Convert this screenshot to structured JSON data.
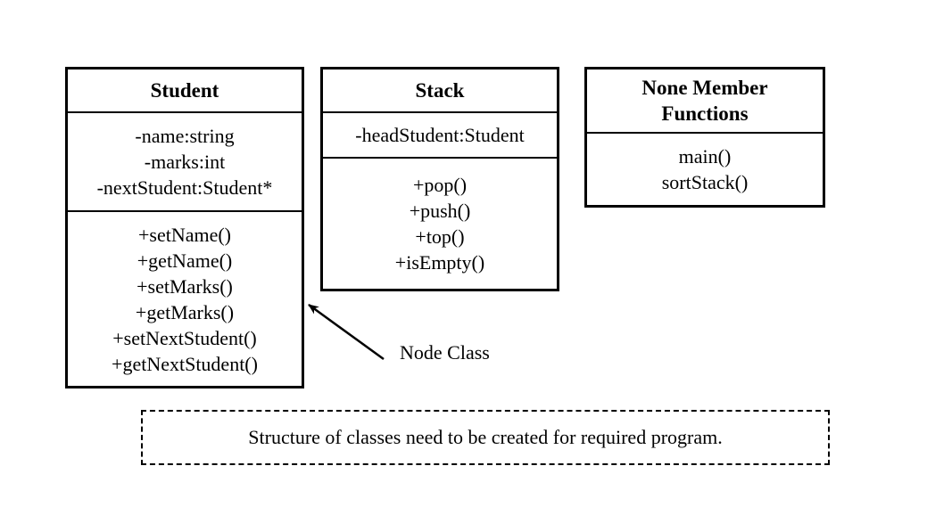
{
  "diagram": {
    "classes": [
      {
        "name": "Student",
        "attributes": [
          "-name:string",
          "-marks:int",
          "-nextStudent:Student*"
        ],
        "methods": [
          "+setName()",
          "+getName()",
          "+setMarks()",
          "+getMarks()",
          "+setNextStudent()",
          "+getNextStudent()"
        ]
      },
      {
        "name": "Stack",
        "attributes": [
          "-headStudent:Student"
        ],
        "methods": [
          "+pop()",
          "+push()",
          "+top()",
          "+isEmpty()"
        ]
      },
      {
        "name": "None Member Functions",
        "attributes": [],
        "methods": [
          "main()",
          "sortStack()"
        ]
      }
    ],
    "annotation": {
      "label": "Node Class",
      "target": "Student"
    },
    "caption": "Structure of classes need to be created for required program."
  },
  "colors": {
    "ink": "#000000",
    "background": "#ffffff"
  }
}
